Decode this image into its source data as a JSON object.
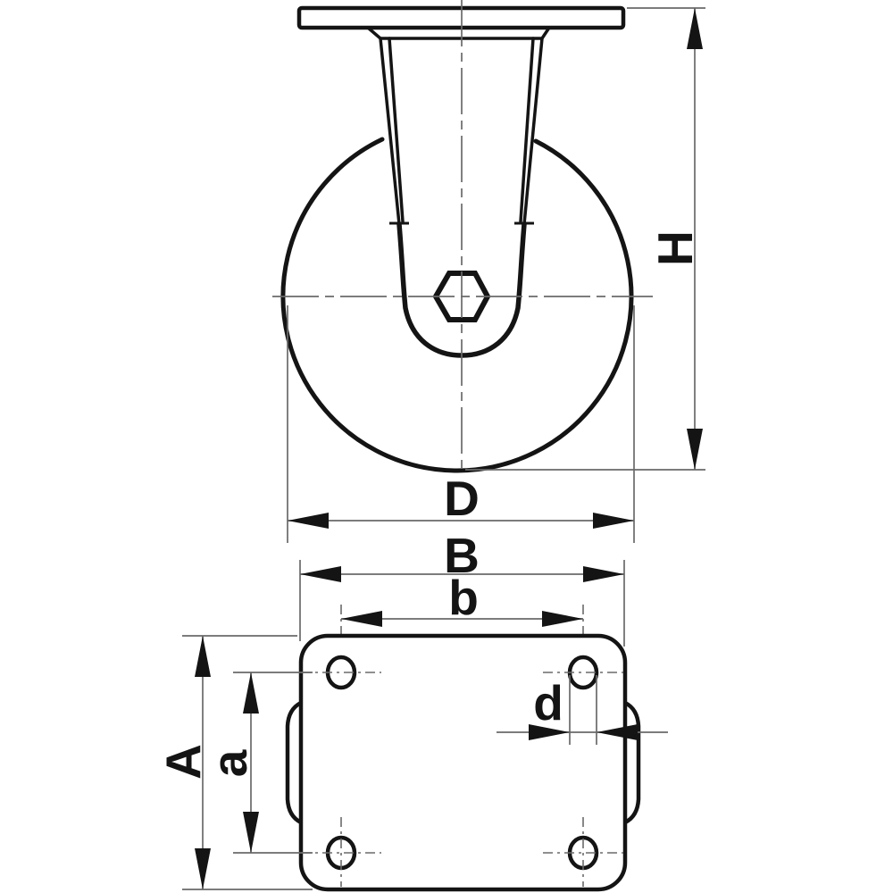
{
  "drawing": {
    "labels": {
      "height": "H",
      "diameter": "D",
      "plate_width": "B",
      "hole_spacing_width": "b",
      "plate_length": "A",
      "hole_spacing_length": "a",
      "hole_diameter": "d"
    },
    "colors": {
      "outline": "#141414",
      "dimension_line": "#6a6a6a",
      "background": "#ffffff"
    }
  }
}
